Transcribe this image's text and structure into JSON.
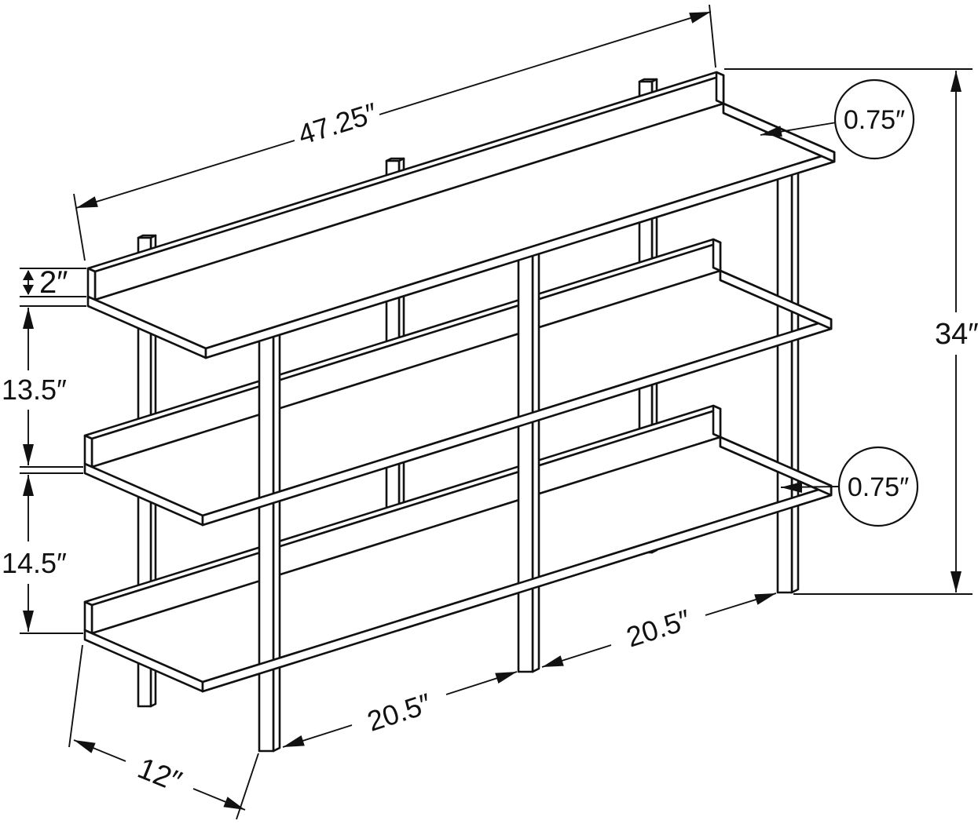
{
  "diagram": {
    "background": "#ffffff",
    "line_color": "#111111",
    "labels": {
      "length": "47.25″",
      "top_thickness": "0.75″",
      "height": "34″",
      "leg_thickness": "0.75″",
      "rail_height": "2″",
      "gap_upper": "13.5″",
      "gap_lower": "14.5″",
      "bay_left": "20.5″",
      "bay_right": "20.5″",
      "depth": "12″"
    }
  }
}
